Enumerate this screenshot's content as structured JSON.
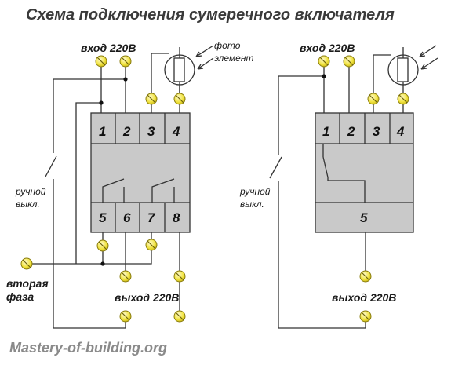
{
  "title": "Схема подключения сумеречного включателя",
  "watermark": "Mastery-of-building.org",
  "left_scheme": {
    "input_label": "вход 220В",
    "photo_label_line1": "фото",
    "photo_label_line2": "элемент",
    "manual_switch_line1": "ручной",
    "manual_switch_line2": "выкл.",
    "second_phase_line1": "вторая",
    "second_phase_line2": "фаза",
    "output_label": "выход 220В",
    "terminals_top": [
      "1",
      "2",
      "3",
      "4"
    ],
    "terminals_bottom": [
      "5",
      "6",
      "7",
      "8"
    ]
  },
  "right_scheme": {
    "input_label": "вход 220В",
    "manual_switch_line1": "ручной",
    "manual_switch_line2": "выкл.",
    "output_label": "выход 220В",
    "terminals_top": [
      "1",
      "2",
      "3",
      "4"
    ],
    "terminal_bottom": "5"
  },
  "colors": {
    "box_fill": "#c9c9c9",
    "terminal_fill": "#f3ea4a",
    "wire": "#333333"
  }
}
